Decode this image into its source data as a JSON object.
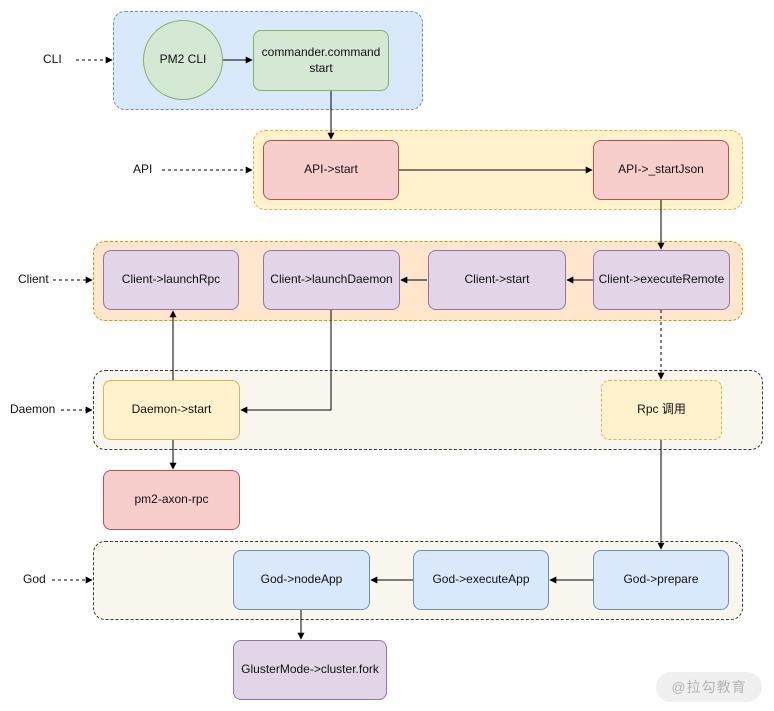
{
  "side_labels": {
    "cli": "CLI",
    "api": "API",
    "client": "Client",
    "daemon": "Daemon",
    "god": "God"
  },
  "nodes": {
    "pm2_cli": "PM2 CLI",
    "commander_command": "commander.command",
    "commander_start": "start",
    "api_start": "API->start",
    "api_startjson": "API->_startJson",
    "client_launchrpc": "Client->launchRpc",
    "client_launchdaemon": "Client->launchDaemon",
    "client_start": "Client->start",
    "client_executeremote": "Client->executeRemote",
    "daemon_start": "Daemon->start",
    "rpc_call": "Rpc 调用",
    "pm2_axon_rpc": "pm2-axon-rpc",
    "god_nodeapp": "God->nodeApp",
    "god_executeapp": "God->executeApp",
    "god_prepare": "God->prepare",
    "cluster_fork": "GlusterMode->cluster.fork"
  },
  "watermark": "@拉勾教育",
  "colors": {
    "blue_fill": "#dae8fc",
    "blue_stroke": "#6c8ebf",
    "green_fill": "#d5e8d4",
    "green_stroke": "#82b366",
    "yellow_fill": "#fff2cc",
    "yellow_stroke": "#d6b656",
    "orange_fill": "#ffe6cc",
    "orange_stroke": "#d79b00",
    "red_fill": "#f8cecc",
    "red_stroke": "#b85450",
    "purple_fill": "#e1d5e7",
    "purple_stroke": "#9673a6",
    "beige_fill": "#f9f7ed",
    "beige_stroke": "#36393d"
  }
}
